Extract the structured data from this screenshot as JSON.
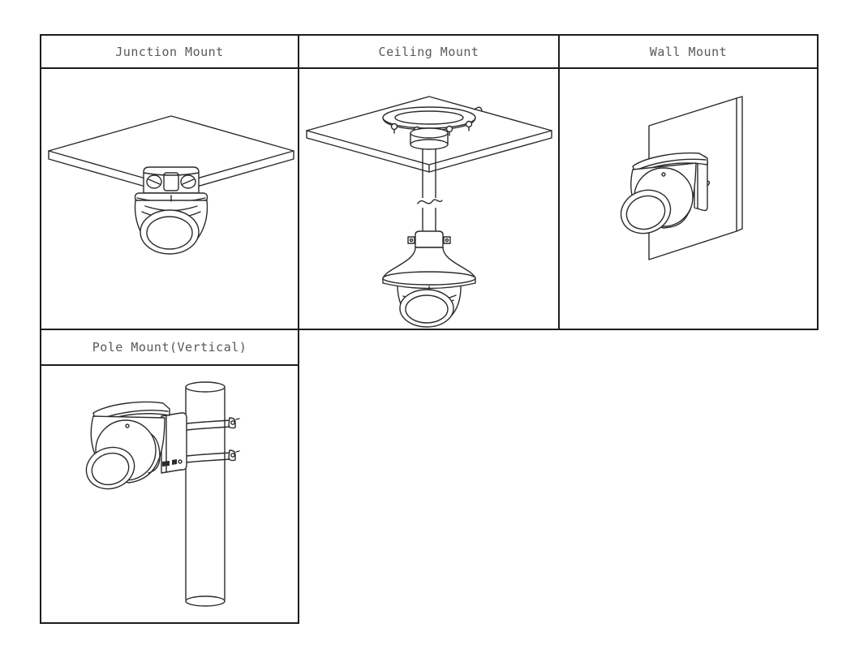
{
  "colors": {
    "background": "#ffffff",
    "table_border": "#1c1c1c",
    "drawing_line": "#2b2b2b",
    "label_text": "#58585a"
  },
  "mounts": [
    {
      "label": "Junction Mount",
      "illustration": "junction-mount-drawing"
    },
    {
      "label": "Ceiling Mount",
      "illustration": "ceiling-mount-drawing"
    },
    {
      "label": "Wall Mount",
      "illustration": "wall-mount-drawing"
    },
    {
      "label": "Pole Mount(Vertical)",
      "illustration": "pole-mount-vertical-drawing"
    }
  ]
}
